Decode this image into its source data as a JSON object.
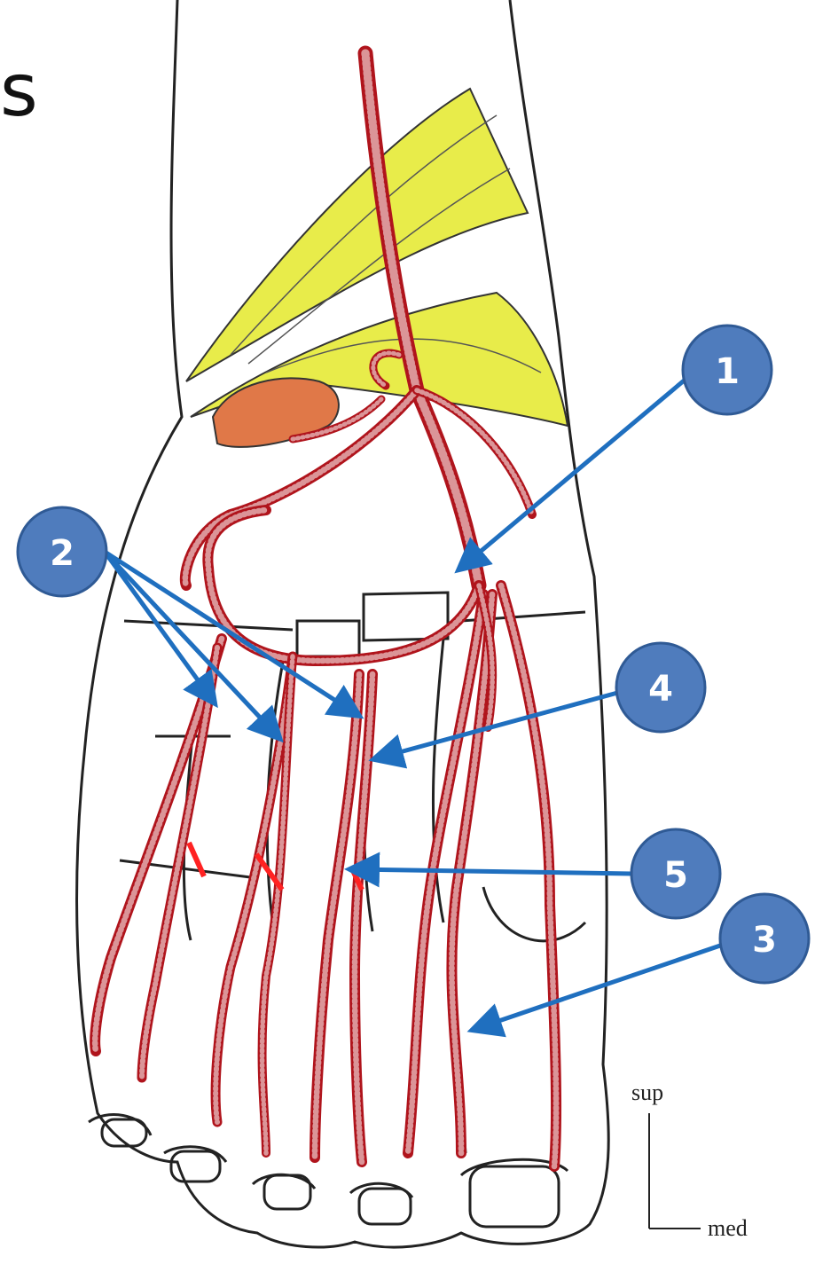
{
  "title_fragment": "s",
  "colors": {
    "artery": "#b0141c",
    "artery_stripe": "#ffffff",
    "tendon": "#e8ec4a",
    "muscle": "#e07848",
    "arrow": "#1f6fbf",
    "badge_fill": "#4f7cbd",
    "badge_stroke": "#2f5a95",
    "outline": "#222222",
    "cut_mark": "#ff2222"
  },
  "labels": [
    {
      "id": "1",
      "text": "1"
    },
    {
      "id": "2",
      "text": "2"
    },
    {
      "id": "3",
      "text": "3"
    },
    {
      "id": "4",
      "text": "4"
    },
    {
      "id": "5",
      "text": "5"
    }
  ],
  "orientation": {
    "superior": "sup",
    "medial": "med"
  }
}
